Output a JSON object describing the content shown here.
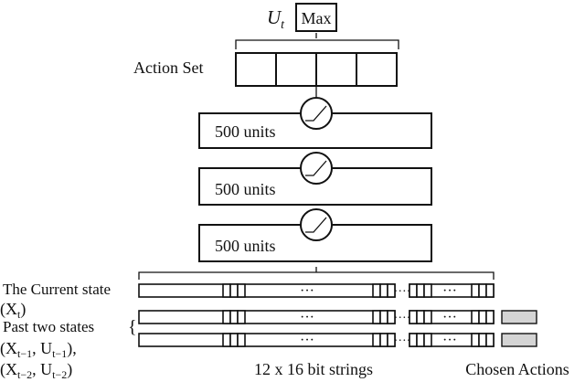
{
  "output": {
    "symbol": "U",
    "subscript": "t",
    "max_label": "Max"
  },
  "action_set": {
    "label": "Action Set",
    "cell_count": 4
  },
  "hidden_layers": [
    {
      "label": "500 units"
    },
    {
      "label": "500 units"
    },
    {
      "label": "500 units"
    }
  ],
  "input": {
    "current_state_label": "The Current state",
    "current_state_symbol": "(X",
    "current_state_subscript": "t",
    "current_state_close": ")",
    "past_states_label": "Past two states",
    "past_states_brace": "{",
    "past_state_1": {
      "open": "(X",
      "sub1": "t−1",
      "mid": ", U",
      "sub2": "t−1",
      "close": "),"
    },
    "past_state_2": {
      "open": "(X",
      "sub1": "t−2",
      "mid": ", U",
      "sub2": "t−2",
      "close": ")"
    },
    "dots": "···",
    "gap_dots": "····",
    "bit_strings_label": "12 x 16 bit strings",
    "chosen_actions_label": "Chosen Actions",
    "rows": 3,
    "chosen_rows": [
      1,
      2
    ]
  }
}
